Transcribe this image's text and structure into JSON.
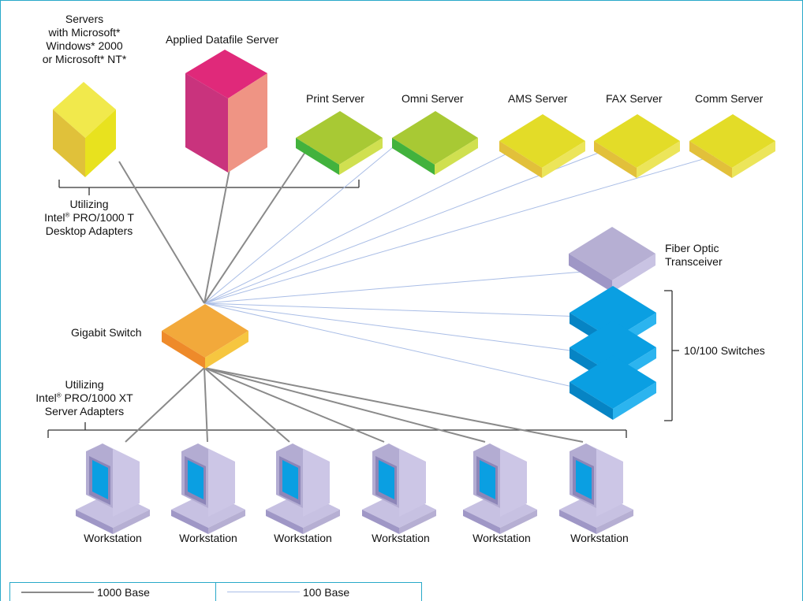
{
  "colors": {
    "frame": "#29a9c9",
    "line_1000": "#8a8a8a",
    "line_100": "#a9bde6",
    "yellow": "#e3dc28",
    "green": "#a8c934",
    "magenta": "#d6246d",
    "salmon": "#ef9484",
    "orange": "#f2a93b",
    "lavender": "#b6afd3",
    "blue": "#0a9fe2"
  },
  "labels": {
    "servers_windows": [
      "Servers",
      "with Microsoft*",
      "Windows* 2000",
      "or Microsoft* NT*"
    ],
    "applied_datafile": "Applied Datafile Server",
    "print": "Print Server",
    "omni": "Omni Server",
    "ams": "AMS Server",
    "fax": "FAX Server",
    "comm": "Comm Server",
    "utilizing_t": [
      "Utilizing",
      "Intel",
      "®",
      " PRO/1000 T",
      "Desktop Adapters"
    ],
    "gigabit_switch": "Gigabit Switch",
    "utilizing_xt": [
      "Utilizing",
      "Intel",
      "®",
      " PRO/1000 XT",
      "Server Adapters"
    ],
    "fiber_optic": [
      "Fiber Optic",
      "Transceiver"
    ],
    "switches_10_100": "10/100 Switches",
    "workstation": "Workstation"
  },
  "workstations": [
    "Workstation",
    "Workstation",
    "Workstation",
    "Workstation",
    "Workstation",
    "Workstation"
  ],
  "legend": {
    "base_1000": "1000 Base",
    "base_100": "100 Base"
  }
}
